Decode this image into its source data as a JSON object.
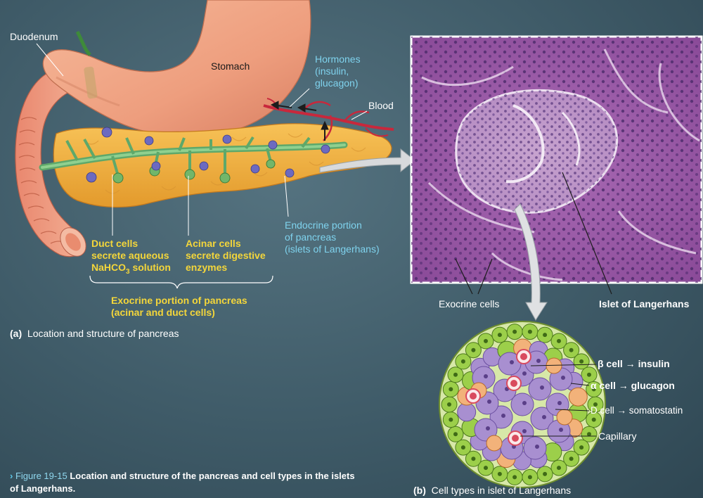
{
  "labels": {
    "duodenum": "Duodenum",
    "stomach": "Stomach",
    "hormones": "Hormones\n(insulin,\nglucagon)",
    "blood": "Blood",
    "duct_cells": "Duct cells\nsecrete aqueous\nNaHCO",
    "duct_cells_sub": "3",
    "duct_cells_tail": " solution",
    "acinar_cells": "Acinar cells\nsecrete digestive\nenzymes",
    "endocrine": "Endocrine portion\nof pancreas\n(islets of Langerhans)",
    "exocrine_portion": "Exocrine portion of pancreas\n(acinar and duct cells)",
    "exocrine_cells": "Exocrine cells",
    "islet_of_langerhans": "Islet of Langerhans",
    "beta_cell": "β cell → insulin",
    "alpha_cell": "α cell → glucagon",
    "d_cell": "D cell → somatostatin",
    "capillary": "Capillary"
  },
  "panels": {
    "a_letter": "(a)",
    "a_text": "Location and structure of pancreas",
    "b_letter": "(b)",
    "b_text": "Cell types in islet of Langerhans"
  },
  "caption": {
    "marker": "›",
    "figure_number": "Figure 19-15",
    "text": "Location and structure of the pancreas and cell types in the islets of Langerhans."
  },
  "colors": {
    "background": "#45616e",
    "label_yellow": "#f4d63a",
    "label_cyan": "#7fd3ee",
    "beta_cell": "#a88fd0",
    "alpha_cell": "#9ccf4a",
    "d_cell": "#f2b27a",
    "capillary": "#d94a5e"
  }
}
